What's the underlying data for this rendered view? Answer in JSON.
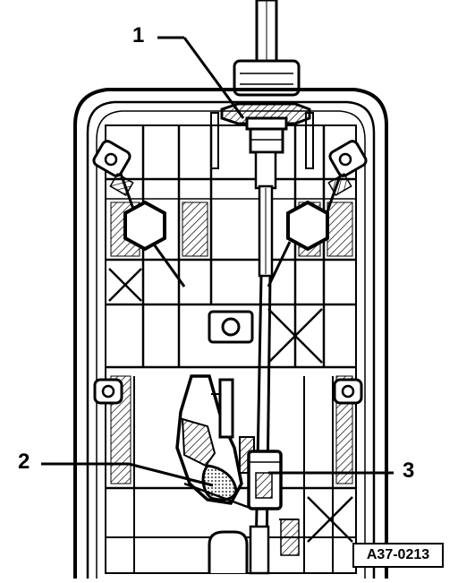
{
  "figure": {
    "reference_code": "A37-0213",
    "callouts": [
      {
        "label": "1",
        "part": "cable-end"
      },
      {
        "label": "2",
        "part": "shift-lever"
      },
      {
        "label": "3",
        "part": "cable-clamp"
      }
    ]
  }
}
